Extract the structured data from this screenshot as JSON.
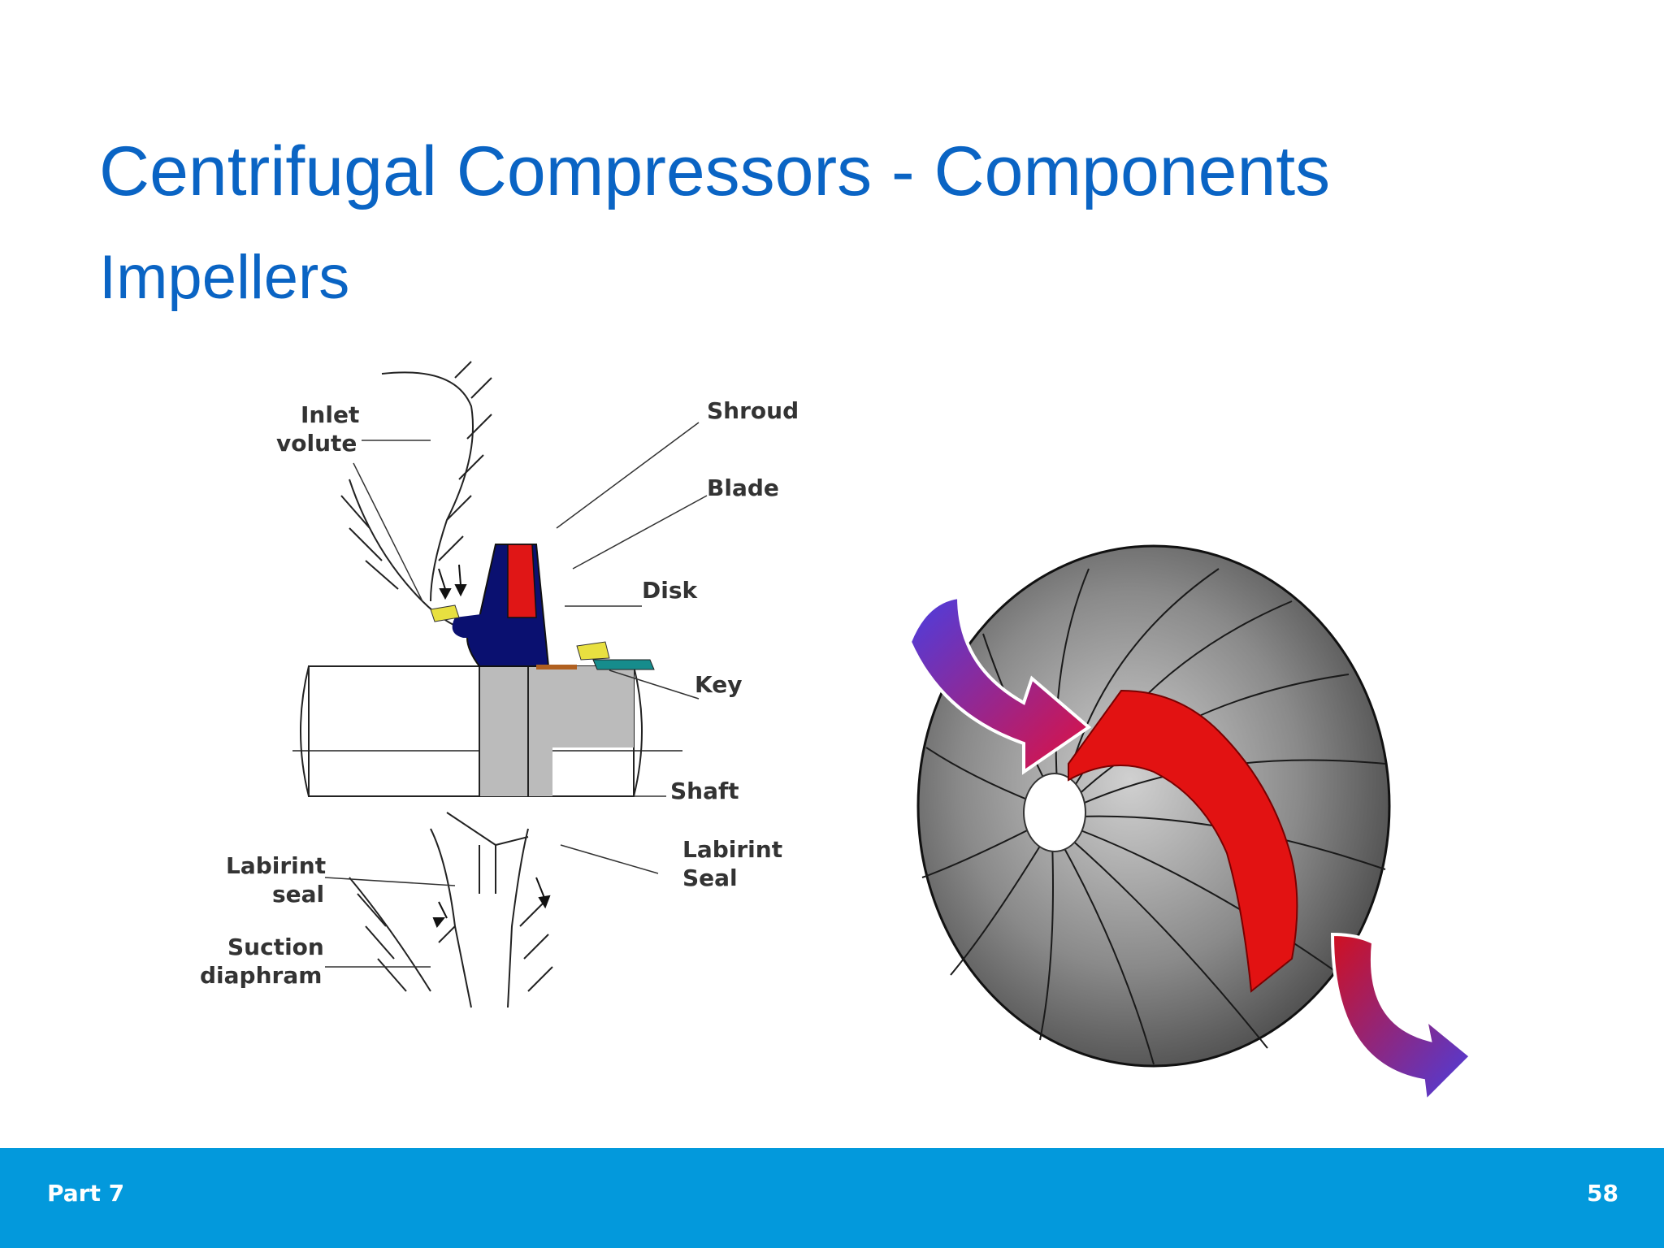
{
  "slide": {
    "title": "Centrifugal Compressors - Components",
    "subtitle": "Impellers"
  },
  "diagram": {
    "labels": {
      "inlet_volute_line1": "Inlet",
      "inlet_volute_line2": "volute",
      "shroud": "Shroud",
      "blade": "Blade",
      "disk": "Disk",
      "key": "Key",
      "shaft": "Shaft",
      "labirint_seal_left_line1": "Labirint",
      "labirint_seal_left_line2": "seal",
      "labirint_seal_right_line1": "Labirint",
      "labirint_seal_right_line2": "Seal",
      "suction_diaphram_line1": "Suction",
      "suction_diaphram_line2": "diaphram"
    }
  },
  "footer": {
    "left": "Part 7",
    "right": "58"
  },
  "colors": {
    "title": "#0a64c4",
    "footer_bg": "#0399dc",
    "footer_text": "#ffffff",
    "flow_red": "#e01010",
    "flow_blue": "#4a3ee0"
  }
}
